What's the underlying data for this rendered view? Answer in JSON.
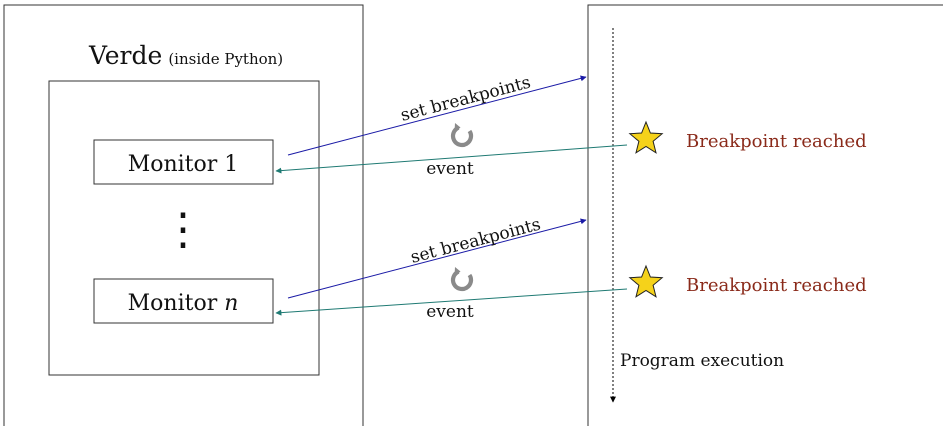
{
  "verde": {
    "title": "Verde",
    "subtitle": "(inside Python)"
  },
  "monitors": [
    {
      "label": "Monitor 1",
      "prefix": "Monitor ",
      "suffix": "1"
    },
    {
      "label": "Monitor n",
      "prefix": "Monitor ",
      "suffix": "n"
    }
  ],
  "ellipsis": "⋮",
  "links": [
    {
      "request_label": "set breakpoints",
      "response_label": "event",
      "status_text": "Breakpoint reached",
      "loop_icon": "refresh-icon",
      "marker_icon": "star-icon"
    },
    {
      "request_label": "set breakpoints",
      "response_label": "event",
      "status_text": "Breakpoint reached",
      "loop_icon": "refresh-icon",
      "marker_icon": "star-icon"
    }
  ],
  "execution_label": "Program execution",
  "colors": {
    "request_arrow": "#1a1aa6",
    "response_arrow": "#1f7a73",
    "breakpoint_text": "#8a2a1a",
    "star_fill": "#f5d21a",
    "loop_icon": "#8a8a8a",
    "box_border": "#333333"
  }
}
